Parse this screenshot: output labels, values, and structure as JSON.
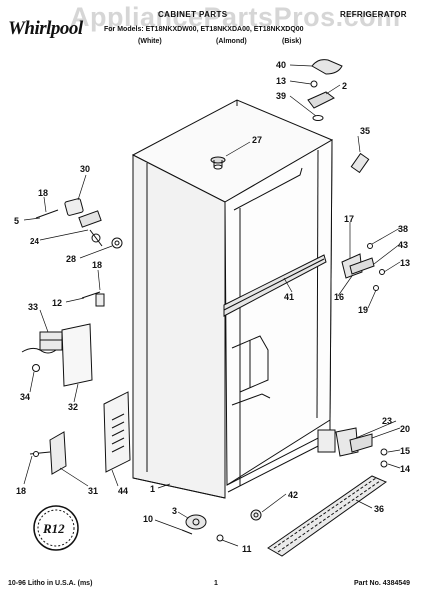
{
  "header": {
    "watermark": "AppliancePartsPros.com",
    "brand": "Whirlpool",
    "title": "CABINET PARTS",
    "category": "REFRIGERATOR",
    "models_line": "For Models: ET18NKXDW00, ET18NKXDA00, ET18NKXDQ00",
    "colors": [
      "(White)",
      "(Almond)",
      "(Bisk)"
    ]
  },
  "callouts": [
    "40",
    "13",
    "2",
    "39",
    "35",
    "27",
    "30",
    "18",
    "5",
    "24",
    "28",
    "18",
    "12",
    "17",
    "38",
    "43",
    "13",
    "16",
    "41",
    "19",
    "33",
    "32",
    "34",
    "23",
    "20",
    "15",
    "14",
    "18",
    "31",
    "44",
    "1",
    "42",
    "36",
    "3",
    "10",
    "11"
  ],
  "seal": "R12",
  "footer": {
    "litho": "10-96 Litho in U.S.A. (ms)",
    "page": "1",
    "part_no": "Part No. 4384549"
  }
}
